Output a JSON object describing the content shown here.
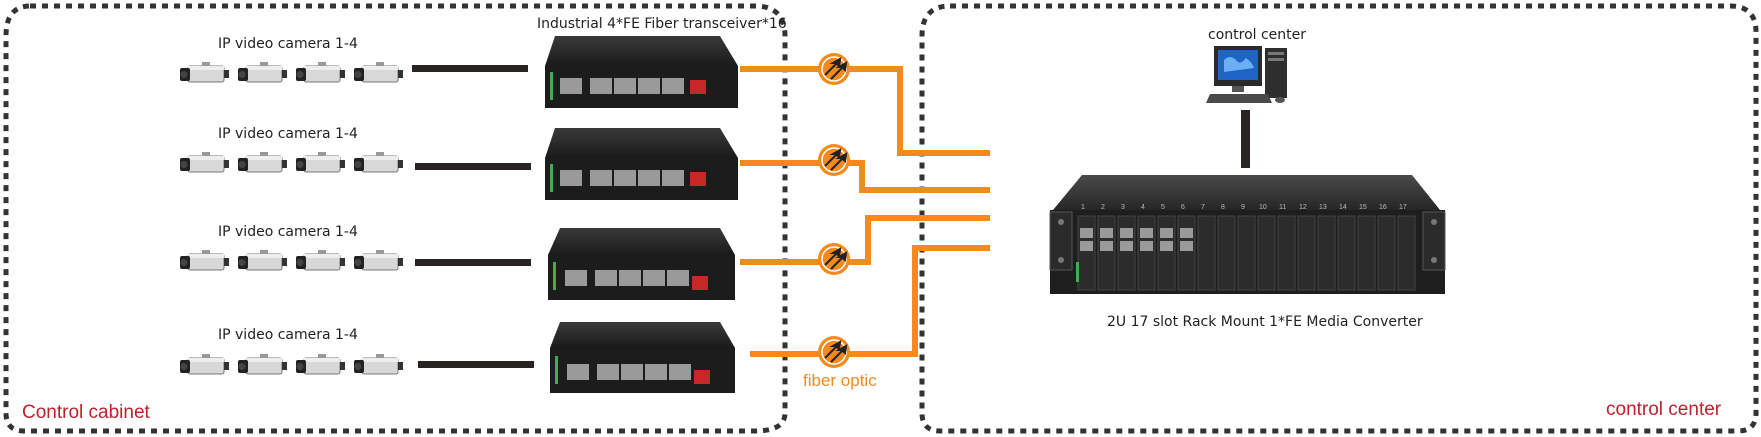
{
  "left_panel": {
    "label": "Control cabinet",
    "transceiver_title": "Industrial 4*FE Fiber transceiver*16",
    "camera_groups": [
      {
        "label": "IP video camera 1-4"
      },
      {
        "label": "IP video camera 1-4"
      },
      {
        "label": "IP video camera 1-4"
      },
      {
        "label": "IP video camera 1-4"
      }
    ],
    "fiber_label": "fiber optic"
  },
  "right_panel": {
    "label": "control center",
    "pc_label": "control center",
    "rack_label": "2U 17 slot Rack Mount  1*FE Media Converter",
    "slot_numbers": [
      "1",
      "2",
      "3",
      "4",
      "5",
      "6",
      "7",
      "8",
      "9",
      "10",
      "11",
      "12",
      "13",
      "14",
      "15",
      "16",
      "17"
    ]
  },
  "colors": {
    "fiber": "#f28a1e",
    "border": "#333333",
    "label_red": "#c0202c",
    "device_body": "#1c1c1c"
  }
}
